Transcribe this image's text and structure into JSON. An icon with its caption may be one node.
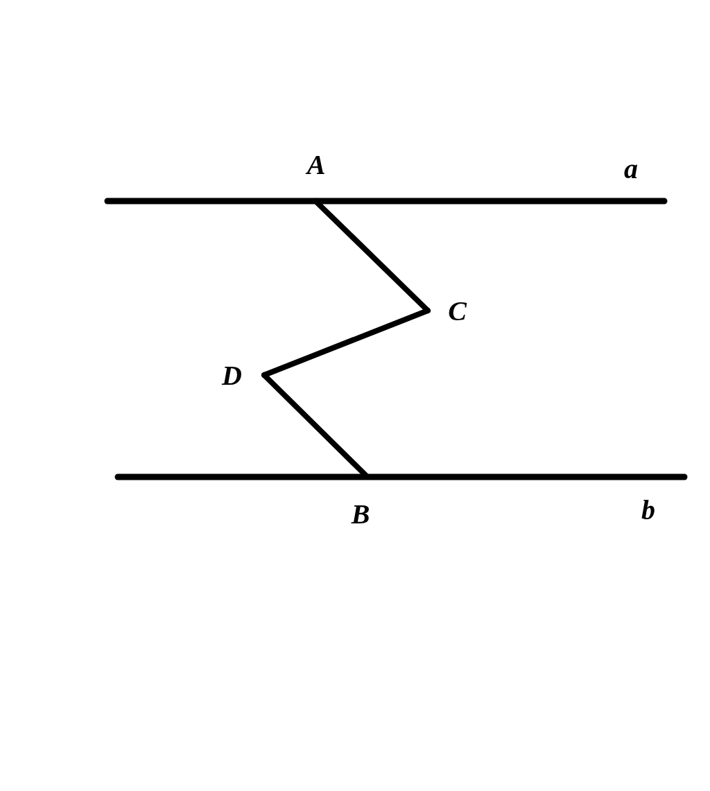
{
  "diagram": {
    "nodes": [
      {
        "text": [
          "A"
        ]
      },
      {
        "text": [
          "C"
        ]
      },
      {
        "text": [
          "D"
        ]
      },
      {
        "text": [
          "B"
        ]
      }
    ],
    "edges": [
      {
        "from": 0,
        "to": 1,
        "arrow": "none"
      },
      {
        "from": 1,
        "to": 2,
        "arrow": "none"
      },
      {
        "from": 2,
        "to": 3,
        "arrow": "none"
      }
    ],
    "labels": [
      "a",
      "b"
    ]
  }
}
